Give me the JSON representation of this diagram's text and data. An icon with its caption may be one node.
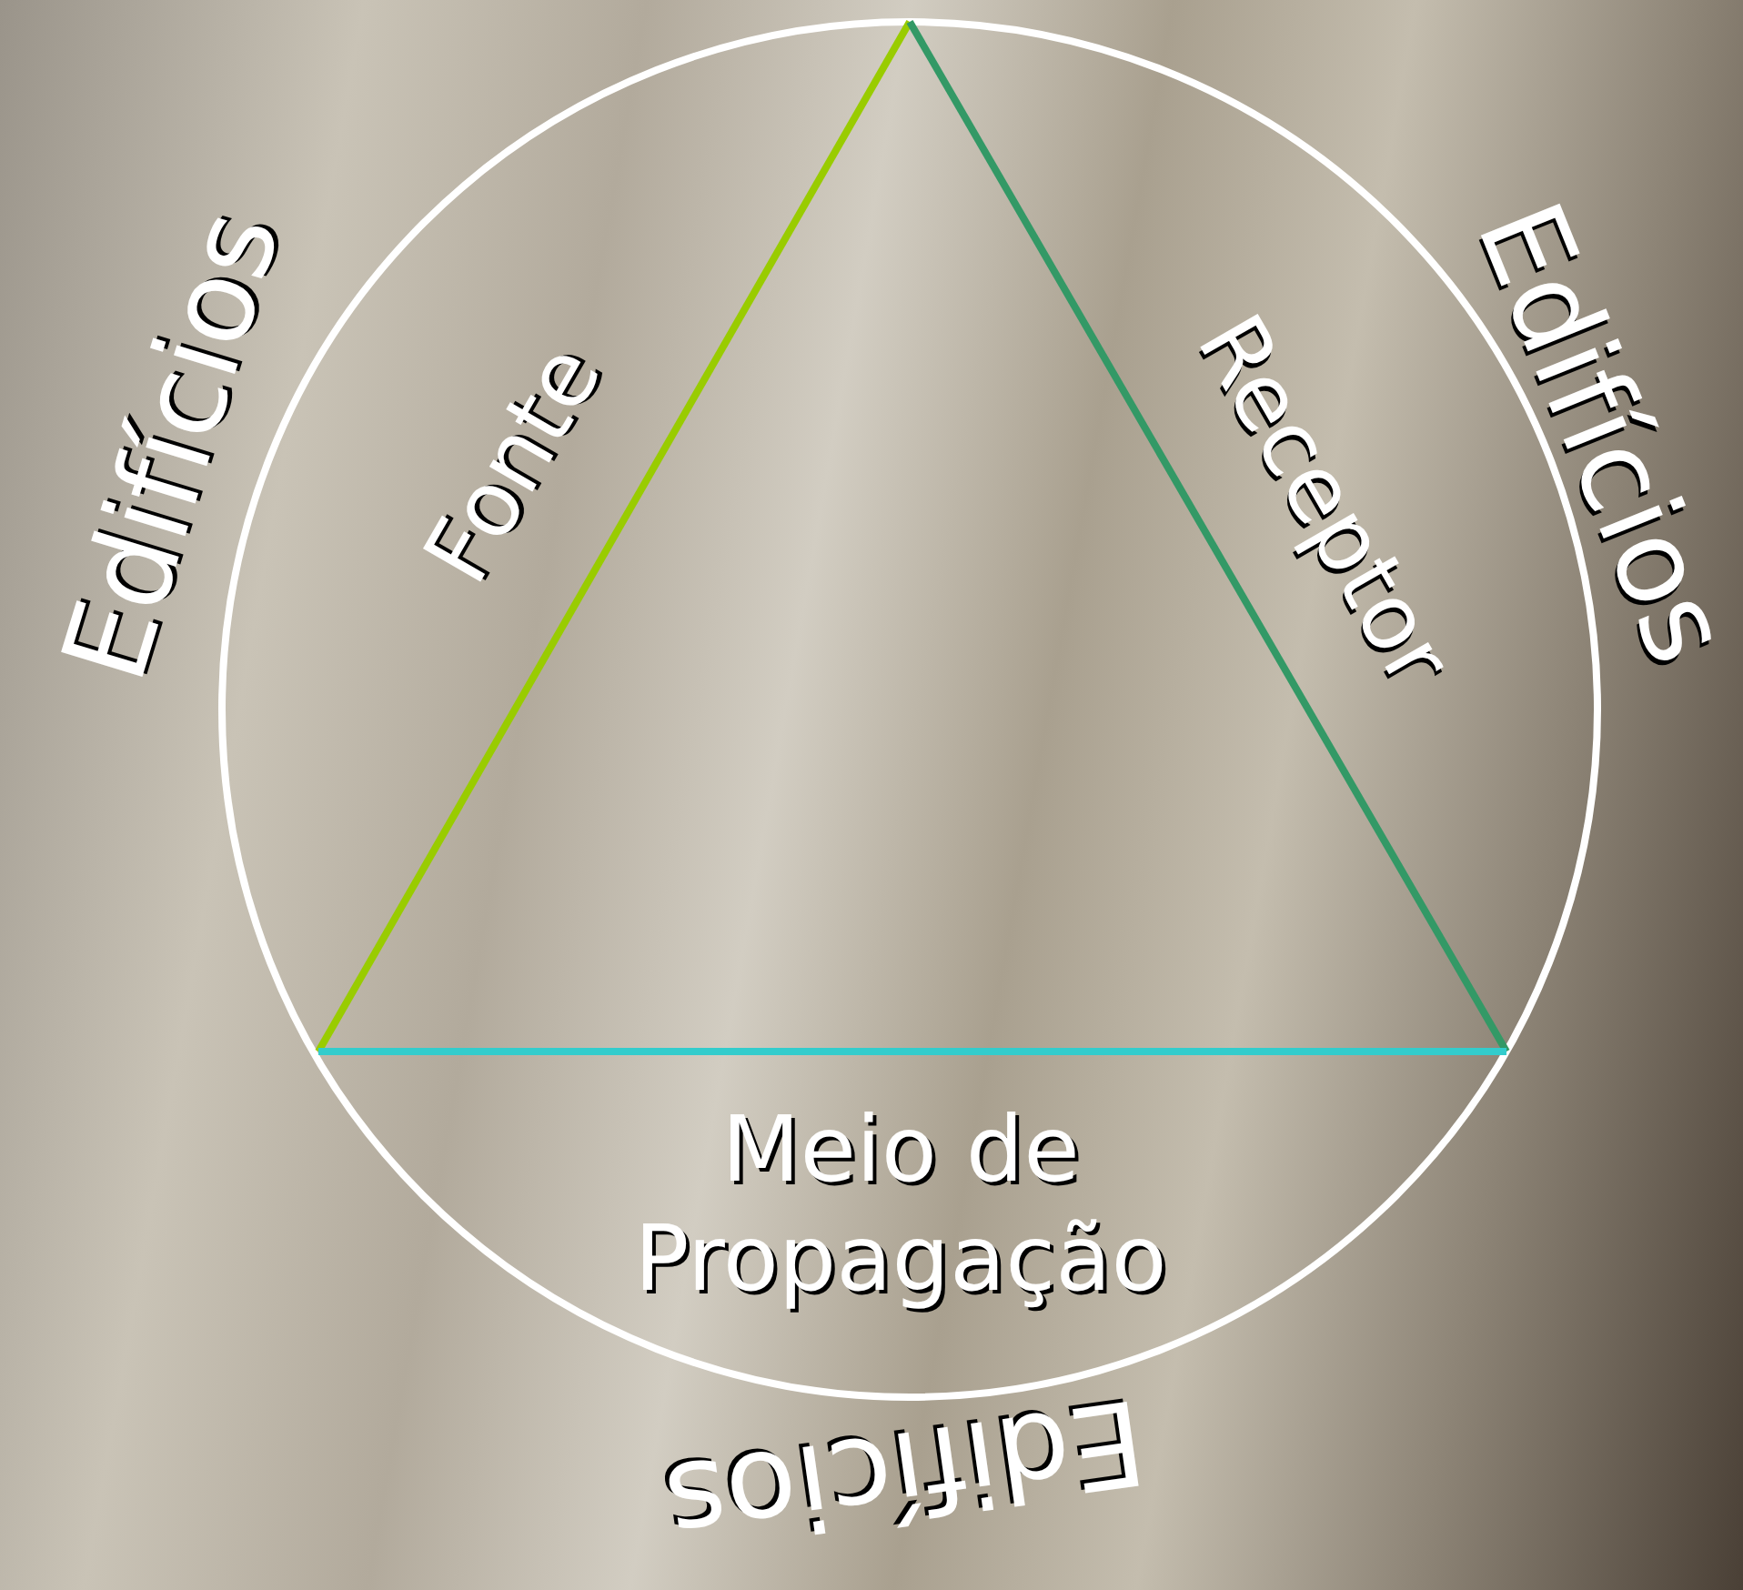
{
  "diagram": {
    "nodes": [
      {
        "text": [],
        "shape": "circle",
        "beside": [
          "Edifícios",
          "Edifícios",
          "Edifícios"
        ]
      },
      {
        "text": [
          "Fonte",
          "Receptor",
          "Meio de Propagação"
        ],
        "in": 0
      }
    ]
  }
}
